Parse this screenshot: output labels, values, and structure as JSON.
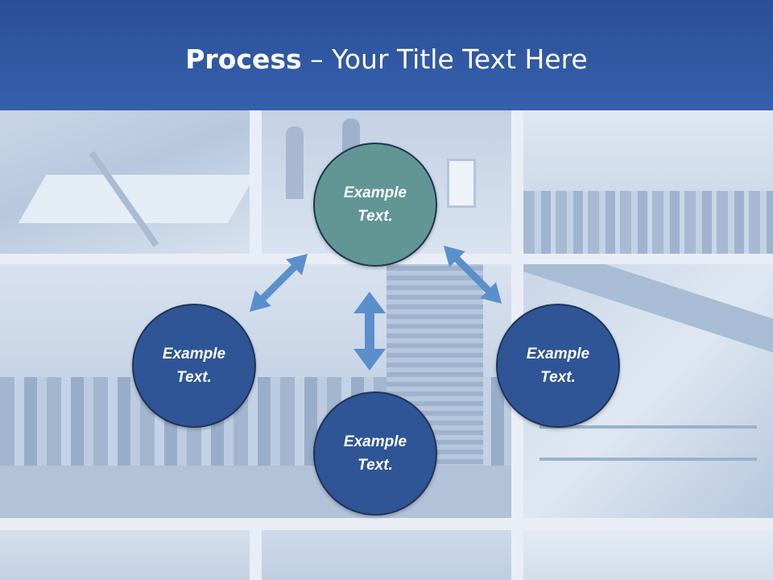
{
  "header": {
    "title_bold": "Process",
    "title_rest": " – Your Title Text Here"
  },
  "nodes": [
    {
      "label": "Example Text.",
      "color": "#629694"
    },
    {
      "label": "Example Text.",
      "color": "#2f5597"
    },
    {
      "label": "Example Text.",
      "color": "#2f5597"
    },
    {
      "label": "Example Text.",
      "color": "#2f5597"
    }
  ],
  "colors": {
    "header": "#2e55a0",
    "arrow": "#5b8fcb",
    "circle_border": "#1f3558"
  }
}
